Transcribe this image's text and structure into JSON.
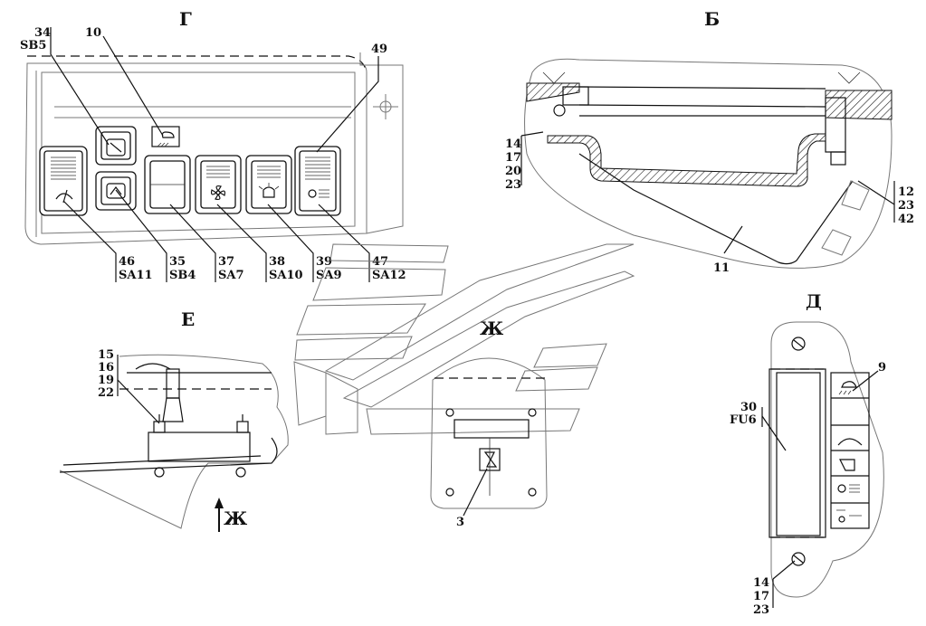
{
  "views": {
    "g": "Г",
    "b": "Б",
    "e": "Е",
    "zh": "Ж",
    "d": "Д",
    "zh_arrow": "Ж"
  },
  "labels_g": {
    "l34": "34",
    "sb5": "SB5",
    "l10": "10",
    "l49": "49",
    "l46": "46",
    "sa11": "SA11",
    "l35": "35",
    "sb4": "SB4",
    "l37": "37",
    "sa7": "SA7",
    "l38": "38",
    "sa10": "SA10",
    "l39": "39",
    "sa9": "SA9",
    "l47": "47",
    "sa12": "SA12"
  },
  "labels_b": {
    "l14": "14",
    "l17": "17",
    "l20": "20",
    "l23": "23",
    "l12": "12",
    "l23b": "23",
    "l42": "42",
    "l11": "11"
  },
  "labels_e": {
    "l15": "15",
    "l16": "16",
    "l19": "19",
    "l22": "22"
  },
  "labels_zh": {
    "l3": "3"
  },
  "labels_d": {
    "l9": "9",
    "l30": "30",
    "fu6": "FU6",
    "l14": "14",
    "l17": "17",
    "l23": "23"
  },
  "icons": [
    "wiper-icon",
    "rear-wiper-icon",
    "work-light-icon",
    "fan-icon",
    "heater-fan-icon",
    "beacon-icon",
    "fuse-icon"
  ]
}
